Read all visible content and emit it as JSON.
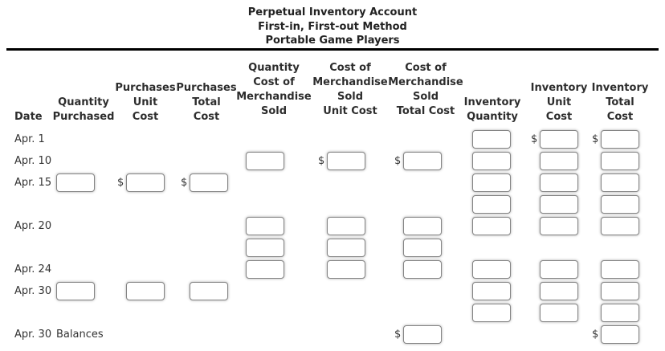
{
  "title": {
    "line1": "Perpetual Inventory Account",
    "line2": "First-in, First-out Method",
    "line3": "Portable Game Players"
  },
  "table": {
    "currency_symbol": "$",
    "columns": [
      {
        "id": "date",
        "label": "Date"
      },
      {
        "id": "quantity-purchased",
        "label": "Quantity\nPurchased"
      },
      {
        "id": "purchases-unit-cost",
        "label": "Purchases\nUnit\nCost"
      },
      {
        "id": "purchases-total-cost",
        "label": "Purchases\nTotal\nCost"
      },
      {
        "id": "quantity-cost-of-merchandise-sold",
        "label": "Quantity\nCost of\nMerchandise\nSold"
      },
      {
        "id": "cost-of-merchandise-sold-unit-cost",
        "label": "Cost of\nMerchandise\nSold\nUnit Cost"
      },
      {
        "id": "cost-of-merchandise-sold-total-cost",
        "label": "Cost of\nMerchandise\nSold\nTotal Cost"
      },
      {
        "id": "inventory-quantity",
        "label": "Inventory\nQuantity"
      },
      {
        "id": "inventory-unit-cost",
        "label": "Inventory\nUnit\nCost"
      },
      {
        "id": "inventory-total-cost",
        "label": "Inventory\nTotal\nCost"
      }
    ],
    "rows": [
      {
        "date": "Apr. 1",
        "note": "",
        "cells": [
          "",
          "",
          "",
          "",
          "",
          "",
          "box",
          "$box",
          "$box"
        ]
      },
      {
        "date": "Apr. 10",
        "note": "",
        "cells": [
          "",
          "",
          "",
          "box",
          "$box",
          "$box",
          "box",
          "box",
          "box"
        ]
      },
      {
        "date": "Apr. 15",
        "note": "",
        "cells": [
          "box",
          "$box",
          "$box",
          "",
          "",
          "",
          "box",
          "box",
          "box"
        ]
      },
      {
        "date": "",
        "note": "",
        "cells": [
          "",
          "",
          "",
          "",
          "",
          "",
          "box",
          "box",
          "box"
        ]
      },
      {
        "date": "Apr. 20",
        "note": "",
        "cells": [
          "",
          "",
          "",
          "box",
          "box",
          "box",
          "box",
          "box",
          "box"
        ]
      },
      {
        "date": "",
        "note": "",
        "cells": [
          "",
          "",
          "",
          "box",
          "box",
          "box",
          "",
          "",
          ""
        ]
      },
      {
        "date": "Apr. 24",
        "note": "",
        "cells": [
          "",
          "",
          "",
          "box",
          "box",
          "box",
          "box",
          "box",
          "box"
        ]
      },
      {
        "date": "Apr. 30",
        "note": "",
        "cells": [
          "box",
          "box",
          "box",
          "",
          "",
          "",
          "box",
          "box",
          "box"
        ]
      },
      {
        "date": "",
        "note": "",
        "cells": [
          "",
          "",
          "",
          "",
          "",
          "",
          "box",
          "box",
          "box"
        ]
      },
      {
        "date": "Apr. 30",
        "note": "Balances",
        "cells": [
          "",
          "",
          "",
          "",
          "",
          "$box",
          "",
          "",
          "$box"
        ]
      }
    ]
  }
}
